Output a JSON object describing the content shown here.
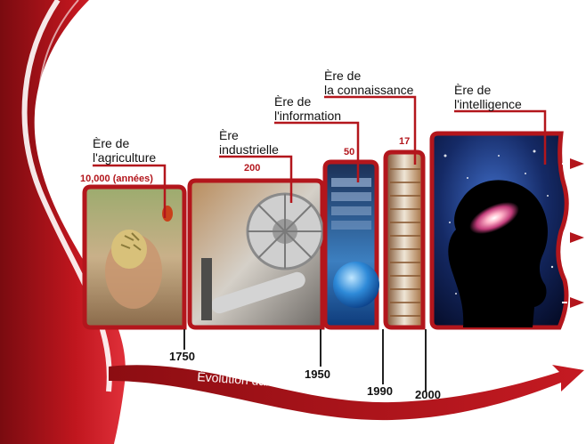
{
  "eras": [
    {
      "label_lines": [
        "Ère de",
        "l'agriculture"
      ],
      "duration": "10,000 (années)"
    },
    {
      "label_lines": [
        "Ère",
        "industrielle"
      ],
      "duration": "200"
    },
    {
      "label_lines": [
        "Ère de",
        "l'information"
      ],
      "duration": "50"
    },
    {
      "label_lines": [
        "Ère de",
        "la connaissance"
      ],
      "duration": "17"
    },
    {
      "label_lines": [
        "Ère de",
        "l'intelligence"
      ],
      "duration": ""
    }
  ],
  "years": [
    "1750",
    "1950",
    "1990",
    "2000"
  ],
  "axis_caption": "Évolution dans le temps",
  "colors": {
    "accent": "#b3161c",
    "dark_red": "#7a0b10",
    "background": "#ffffff"
  },
  "icons": [
    "wheat-grain-photo",
    "turbine-photo",
    "keyboard-globe-photo",
    "books-photo",
    "brain-galaxy-photo",
    "right-arrow-icon"
  ]
}
